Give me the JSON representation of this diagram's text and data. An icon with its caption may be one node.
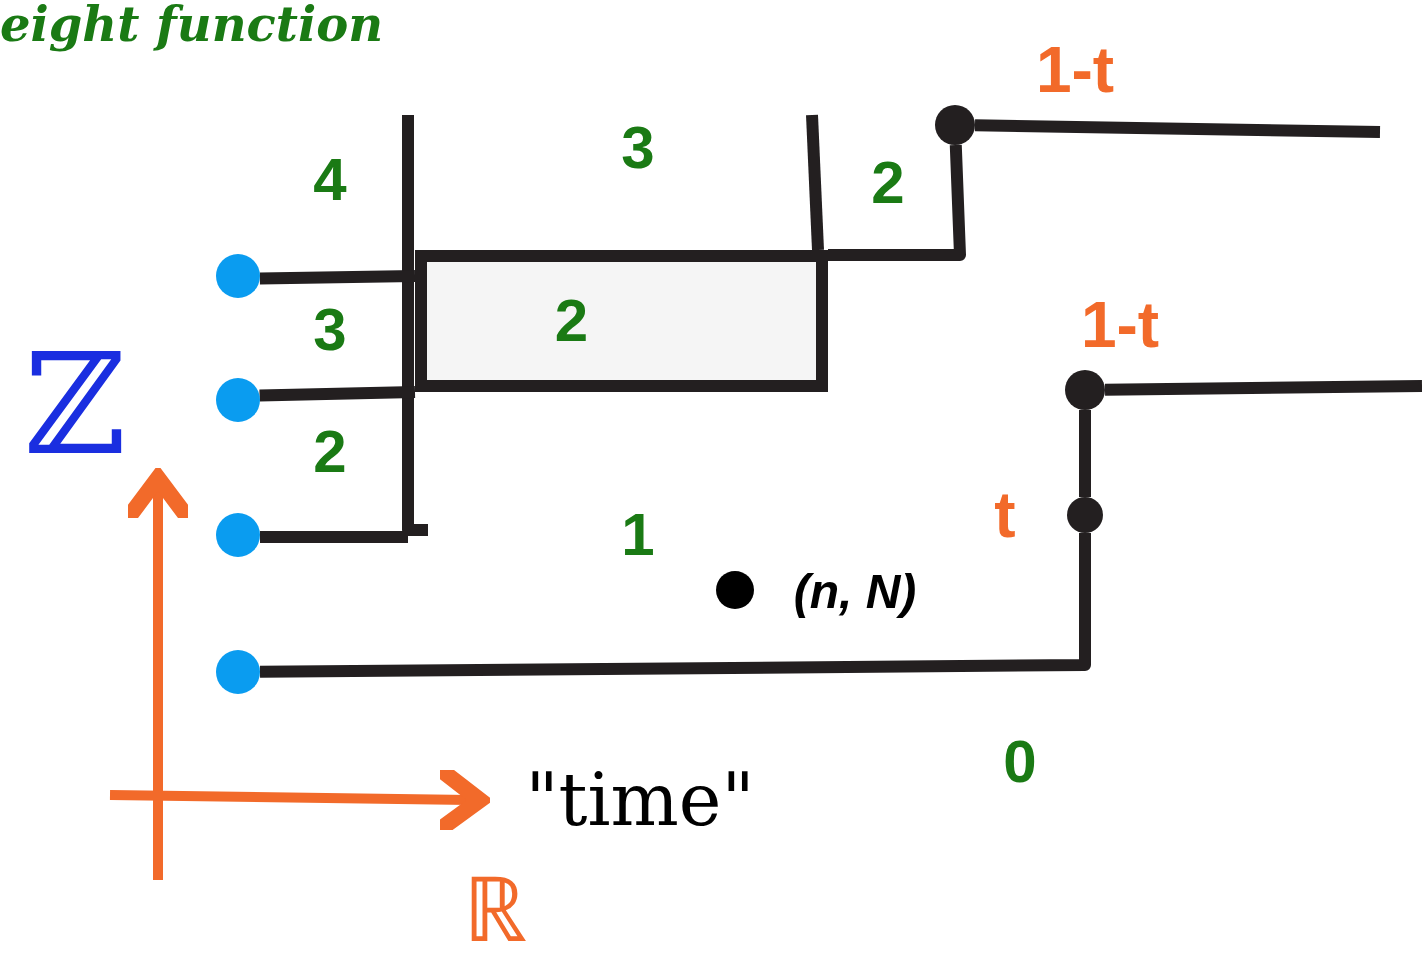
{
  "diagram": {
    "title": "eight function",
    "nodes": [
      {
        "text": [],
        "shape": "circle"
      },
      {
        "text": [],
        "shape": "circle"
      },
      {
        "text": [],
        "shape": "circle"
      },
      {
        "text": [],
        "shape": "circle"
      },
      {
        "text": [
          "2"
        ]
      },
      {
        "text": [],
        "shape": "circle"
      },
      {
        "text": [],
        "shape": "circle"
      },
      {
        "text": [],
        "shape": "circle"
      }
    ],
    "edges": [
      {
        "from": 0,
        "to": 4,
        "arrow": "none"
      },
      {
        "from": 1,
        "to": 4,
        "arrow": "none"
      },
      {
        "from": 3,
        "to": 7,
        "arrow": "none"
      },
      {
        "from": 7,
        "to": 6,
        "arrow": "none"
      },
      {
        "from": 4,
        "to": 5,
        "arrow": "none"
      },
      {
        "from": 5,
        "to": null,
        "arrow": "none"
      },
      {
        "from": 6,
        "to": null,
        "arrow": "none"
      }
    ],
    "labels": [
      "1-t",
      "4",
      "3",
      "2",
      "3",
      "1-t",
      "ℤ",
      "2",
      "t",
      "1",
      "(n, N)",
      "0",
      "\"time\"",
      "ℝ"
    ]
  }
}
